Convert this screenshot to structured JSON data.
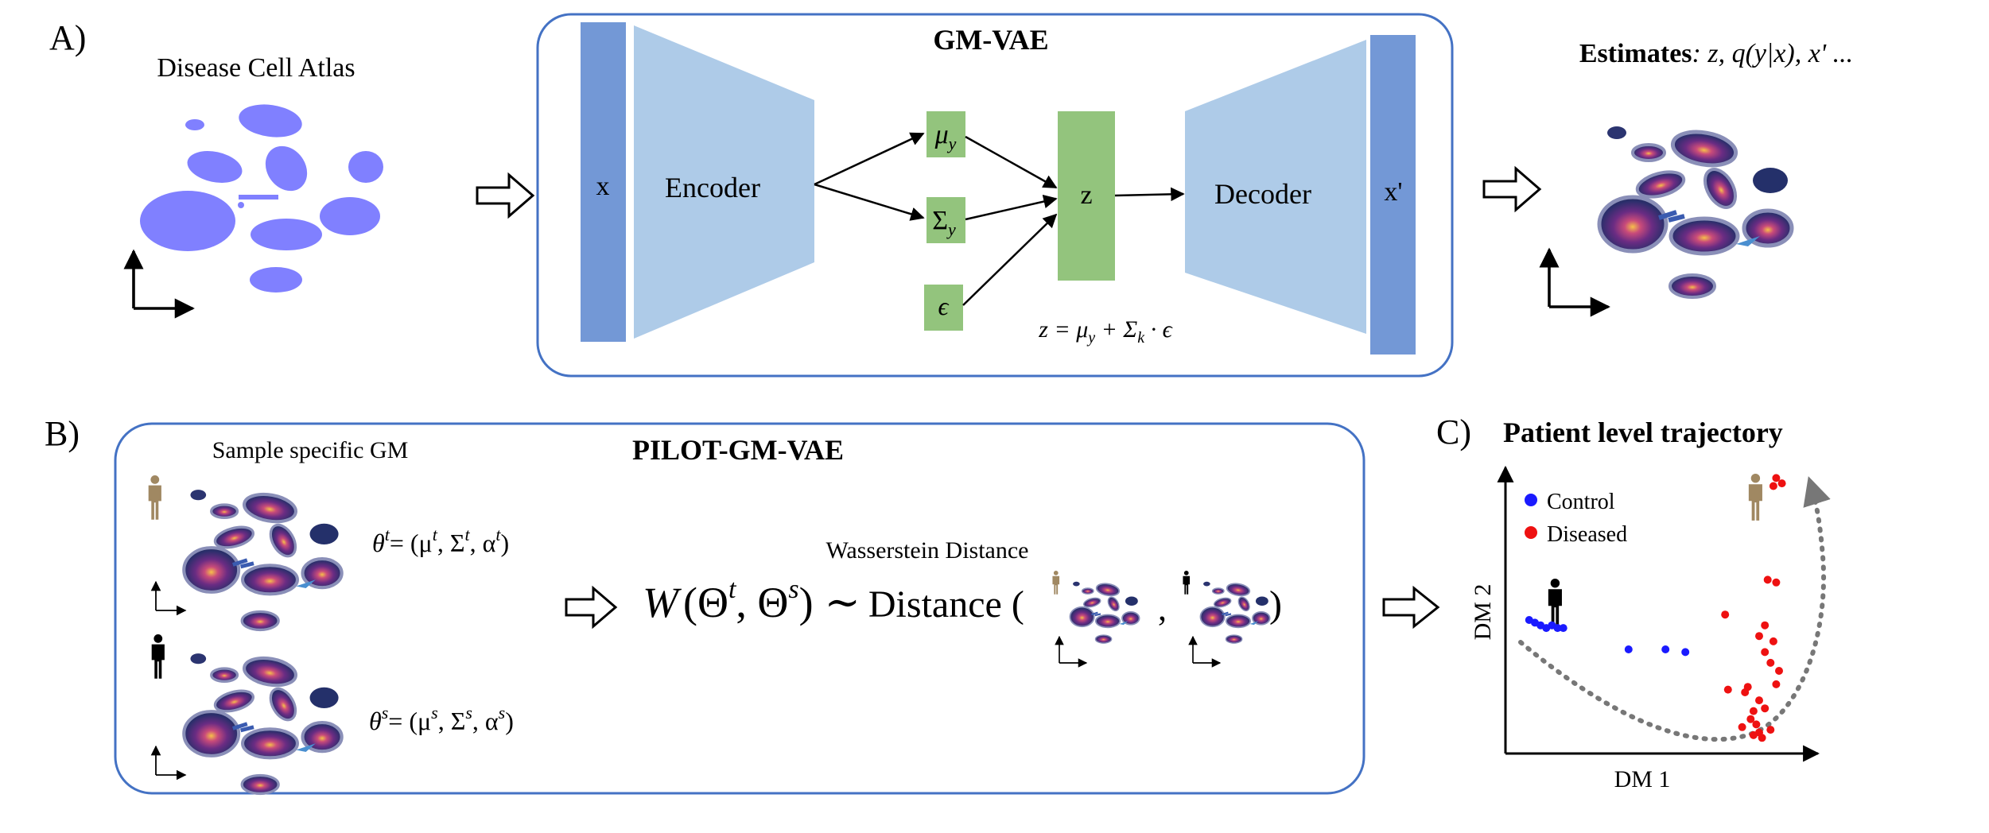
{
  "panel_a": {
    "label": "A)",
    "atlas_title": "Disease Cell Atlas",
    "gmvae_title": "GM-VAE",
    "input_label": "x",
    "encoder_label": "Encoder",
    "mu_label": "μ",
    "mu_sub": "y",
    "sigma_label": "Σ",
    "sigma_sub": "y",
    "epsilon_label": "ϵ",
    "z_label": "z",
    "decoder_label": "Decoder",
    "output_label": "x'",
    "reparam_formula": "z = μ",
    "reparam_sub_y": "y",
    "reparam_plus": "+ Σ",
    "reparam_sub_k": "k",
    "reparam_tail": "· ϵ",
    "estimates_bold": "Estimates",
    "estimates_rest": ": z, q(y|x), x' ..."
  },
  "panel_b": {
    "label": "B)",
    "box_title": "PILOT-GM-VAE",
    "sample_gm_title": "Sample specific GM",
    "theta_t": "θ",
    "theta_t_sup": "t",
    "theta_t_rhs": "= (μ",
    "theta_t_mu_sup": "t",
    "theta_t_sigma": ", Σ",
    "theta_t_sigma_sup": "t",
    "theta_t_alpha": ", α",
    "theta_t_alpha_sup": "t",
    "theta_s": "θ",
    "theta_s_sup": "s",
    "theta_s_rhs": "= (μ",
    "theta_s_mu_sup": "s",
    "theta_s_sigma": ", Σ",
    "theta_s_sigma_sup": "s",
    "theta_s_alpha": ", α",
    "theta_s_alpha_sup": "s",
    "close_paren": ")",
    "wasserstein_title": "Wasserstein Distance",
    "w_symbol": "W",
    "w_args": "(Θ",
    "w_sup_t": "t",
    "w_comma": ", Θ",
    "w_sup_s": "s",
    "w_close": ")",
    "tilde": "∼",
    "distance_word": "Distance (",
    "distance_comma": ",",
    "distance_close": ")"
  },
  "panel_c": {
    "label": "C)",
    "title": "Patient level trajectory",
    "legend_control": "Control",
    "legend_diseased": "Diseased",
    "xlabel": "DM 1",
    "ylabel": "DM 2",
    "colors": {
      "control": "#1a1aff",
      "diseased": "#ee1111",
      "trajectory": "#777777"
    }
  },
  "chart_data": {
    "type": "scatter",
    "title": "Patient level trajectory",
    "xlabel": "DM 1",
    "ylabel": "DM 2",
    "xlim": [
      0,
      100
    ],
    "ylim": [
      0,
      100
    ],
    "grid": false,
    "legend_placement": "top-left",
    "series": [
      {
        "name": "Control",
        "color": "#1a1aff",
        "points": [
          [
            5,
            46
          ],
          [
            7,
            45
          ],
          [
            9,
            44
          ],
          [
            11,
            43
          ],
          [
            13,
            44
          ],
          [
            15,
            43
          ],
          [
            17,
            43
          ],
          [
            40,
            35
          ],
          [
            53,
            35
          ],
          [
            60,
            34
          ]
        ]
      },
      {
        "name": "Diseased",
        "color": "#ee1111",
        "points": [
          [
            92,
            99
          ],
          [
            94,
            97
          ],
          [
            91,
            96
          ],
          [
            89,
            61
          ],
          [
            92,
            60
          ],
          [
            74,
            48
          ],
          [
            88,
            44
          ],
          [
            86,
            40
          ],
          [
            91,
            38
          ],
          [
            88,
            34
          ],
          [
            90,
            30
          ],
          [
            93,
            27
          ],
          [
            92,
            22
          ],
          [
            75,
            20
          ],
          [
            82,
            21
          ],
          [
            81,
            19
          ],
          [
            86,
            16
          ],
          [
            88,
            13
          ],
          [
            84,
            12
          ],
          [
            83,
            9
          ],
          [
            85,
            7
          ],
          [
            80,
            6
          ],
          [
            86,
            4
          ],
          [
            90,
            5
          ],
          [
            87,
            2
          ],
          [
            84,
            3
          ]
        ]
      }
    ]
  }
}
